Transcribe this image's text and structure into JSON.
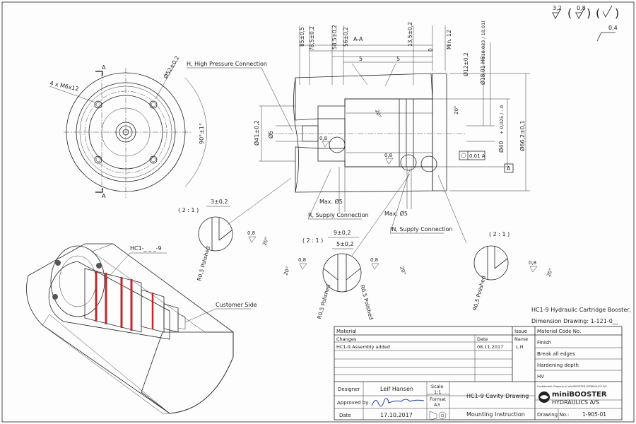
{
  "surface_symbols": {
    "roughness": [
      "3,2",
      "0,8"
    ],
    "flatness": "0,4"
  },
  "front_view": {
    "bolt_label": "4 x M6x12",
    "diameter": "Ø52±0,2",
    "angle": "90°±1°",
    "section_mark": "A"
  },
  "section": {
    "title": "A-A",
    "top_dims": [
      "85±0,5",
      "78,5±0,2",
      "58,5±0,2",
      "56±0,2",
      "13,5±0,2",
      "0",
      "Min. 12"
    ],
    "small_5": "5",
    "callout_high": "H, High Pressure Connection",
    "callout_supply_r": "R, Supply Connection",
    "callout_supply_in": "IN, Supply Connection",
    "dia_left": "Ø41±0,2",
    "dia_5": "Ø5",
    "angle_20": "20°",
    "rough_08": "0,8",
    "dia_12": "Ø12±0,2",
    "dia_18": "Ø18,01 H6",
    "dia_18_tol": "(18,023 / 18,01)",
    "dia_40": "Ø40",
    "dia_40_tol": "+ 0,025 / - 0",
    "dia_66": "Ø66,2±0,1",
    "max5": "Max. Ø5",
    "datum_ref": "0,01 A",
    "datum": "A"
  },
  "details": {
    "scale": "( 2 : 1 )",
    "d1_dim": "3±0,2",
    "d2_dim_a": "9±0,2",
    "d2_dim_b": "5±0,2",
    "polished": "R0,5 Polished",
    "angle": "20°",
    "rough": "0,8"
  },
  "iso": {
    "label_hc": "HC1-_ _ _-9",
    "label_customer": "Customer Side"
  },
  "title_note": {
    "line1": "HC1-9 Hydraulic Cartridge Booster,",
    "line2": "Dimension Drawing: 1-121-0__"
  },
  "title_block": {
    "material": "Material",
    "issue": "Issue",
    "material_code": "Material Code No.",
    "changes": "Changes",
    "change_1": "HC1-9 Assembly added",
    "date_h": "Date",
    "date_1": "08.11.2017",
    "name_h": "Name",
    "name_1": "L.H",
    "finish": "Finish",
    "break_edges": "Break all edges",
    "hardening": "Hardening depth",
    "hv": "HV",
    "designer_h": "Designer",
    "designer": "Leif Hansen",
    "approved_h": "Approved by",
    "date_row_h": "Date",
    "date_row": "17.10.2017",
    "scale_h": "Scale",
    "scale": "1:1",
    "format_h": "Format",
    "format": "A3",
    "doc_title": "HC1-9 Cavity Drawing",
    "doc_sub": "Mounting Instruction",
    "company_1": "miniBOOSTER",
    "company_2": "HYDRAULICS A/S",
    "drawing_no_h": "Drawing No.:",
    "drawing_no": "1-905-01",
    "confidential": "Confidential: Property of miniBOOSTER HYDRAULICS A/S"
  }
}
